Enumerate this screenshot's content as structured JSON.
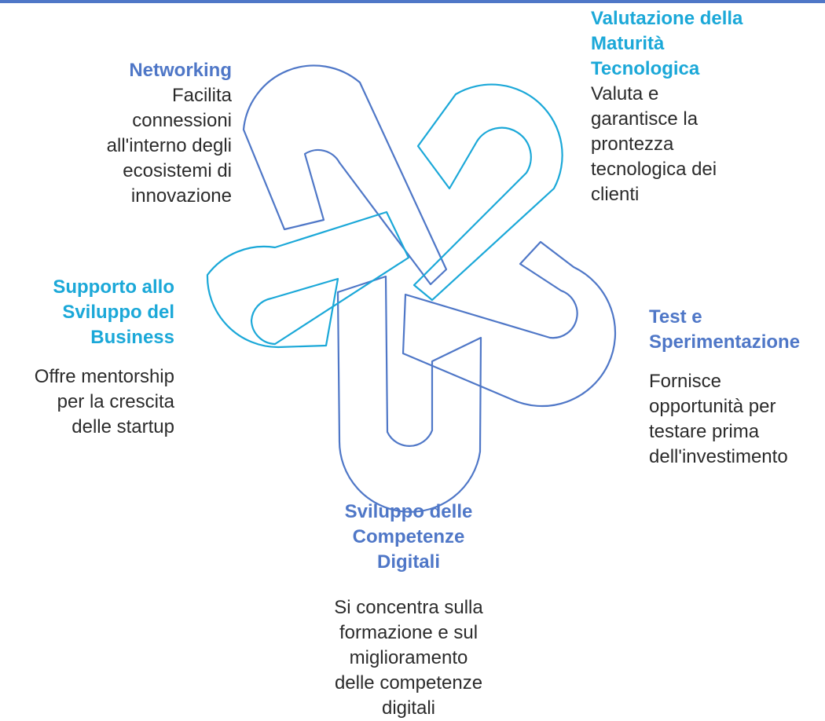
{
  "colors": {
    "blue": "#4f77c7",
    "cyan": "#1ba8d8",
    "text": "#2b2b2b"
  },
  "items": {
    "networking": {
      "title": "Networking",
      "desc": [
        "Facilita",
        "connessioni",
        "all'interno degli",
        "ecosistemi di",
        "innovazione"
      ]
    },
    "valutazione": {
      "title": [
        "Valutazione della",
        "Maturità",
        "Tecnologica"
      ],
      "desc": [
        "Valuta e",
        "garantisce la",
        "prontezza",
        "tecnologica dei",
        "clienti"
      ]
    },
    "supporto": {
      "title": [
        "Supporto allo",
        "Sviluppo del",
        "Business"
      ],
      "desc": [
        "Offre mentorship",
        "per la crescita",
        "delle startup"
      ]
    },
    "test": {
      "title": [
        "Test e",
        "Sperimentazione"
      ],
      "desc": [
        "Fornisce",
        "opportunità per",
        "testare prima",
        "dell'investimento"
      ]
    },
    "sviluppo": {
      "title": [
        "Sviluppo delle",
        "Competenze",
        "Digitali"
      ],
      "desc": [
        "Si concentra sulla",
        "formazione e sul",
        "miglioramento",
        "delle competenze",
        "digitali"
      ]
    }
  }
}
